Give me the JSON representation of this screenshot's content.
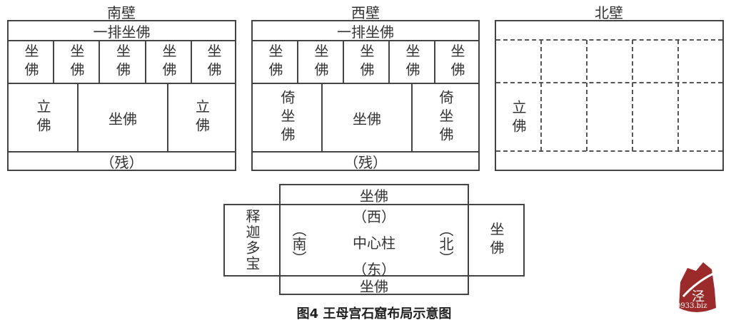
{
  "south": {
    "title": "南壁",
    "row1": "一排坐佛",
    "cell": "坐佛",
    "left": "立佛",
    "center": "坐佛",
    "right": "立佛",
    "bottom": "（残）"
  },
  "west": {
    "title": "西壁",
    "row1": "一排坐佛",
    "cell": "坐佛",
    "left": "倚坐佛",
    "center": "坐佛",
    "right": "倚坐佛",
    "bottom": "（残）"
  },
  "north": {
    "title": "北壁",
    "left": "立佛"
  },
  "plan": {
    "top": "坐佛",
    "bottom": "坐佛",
    "left": "释迦多宝",
    "right": "坐佛",
    "west": "（西）",
    "east": "（东）",
    "south": "（南）",
    "north_dir": "（北）",
    "center": "中心柱"
  },
  "caption": "图4  王母宫石窟布局示意图",
  "watermark": "0933.biz"
}
